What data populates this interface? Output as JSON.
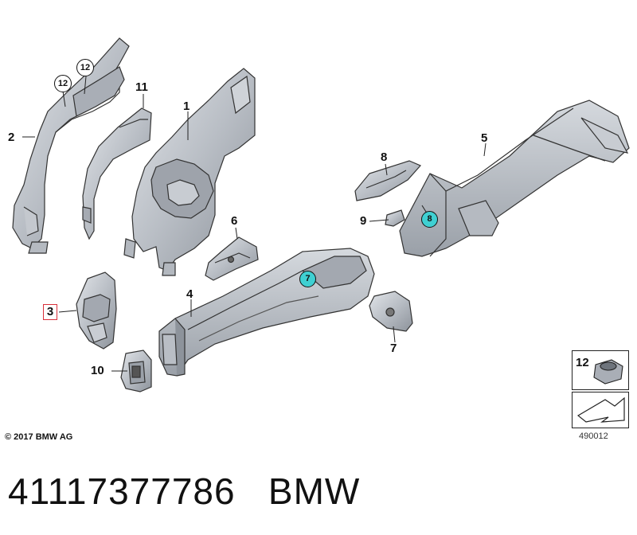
{
  "callouts": {
    "c1": "1",
    "c2": "2",
    "c3": "3",
    "c4": "4",
    "c5": "5",
    "c6": "6",
    "c7a": "7",
    "c7b": "7",
    "c8a": "8",
    "c8b": "8",
    "c9": "9",
    "c10": "10",
    "c11": "11",
    "c12a": "12",
    "c12b": "12"
  },
  "legend": {
    "num": "12"
  },
  "footer": {
    "copyright": "© 2017 BMW AG",
    "ref": "490012",
    "part_line": "41117377786   BMW"
  }
}
